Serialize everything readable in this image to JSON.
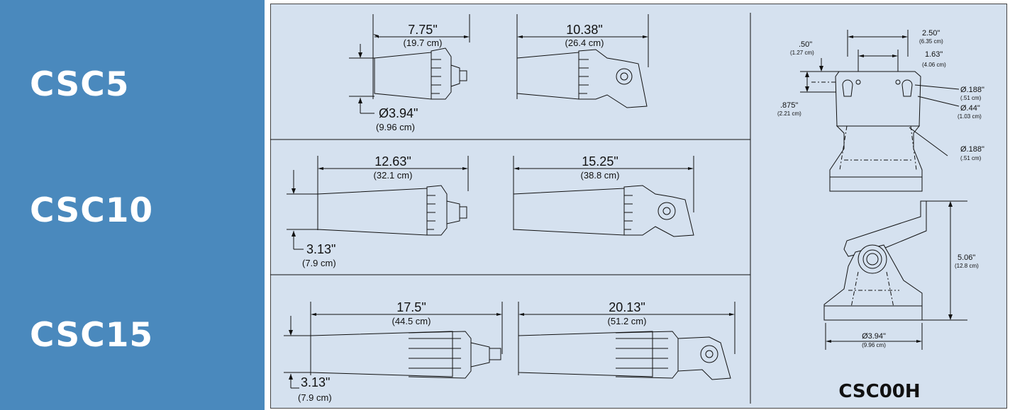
{
  "models": [
    "CSC5",
    "CSC10",
    "CSC15"
  ],
  "csc5": {
    "length_short": "7.75\"",
    "length_short_cm": "(19.7 cm)",
    "length_long": "10.38\"",
    "length_long_cm": "(26.4 cm)",
    "diameter": "Ø3.94\"",
    "diameter_cm": "(9.96 cm)"
  },
  "csc10": {
    "length_short": "12.63\"",
    "length_short_cm": "(32.1 cm)",
    "length_long": "15.25\"",
    "length_long_cm": "(38.8 cm)",
    "diameter": "3.13\"",
    "diameter_cm": "(7.9 cm)"
  },
  "csc15": {
    "length_short": "17.5\"",
    "length_short_cm": "(44.5 cm)",
    "length_long": "20.13\"",
    "length_long_cm": "(51.2 cm)",
    "diameter": "3.13\"",
    "diameter_cm": "(7.9 cm)"
  },
  "csc00h": {
    "title": "CSC00H",
    "d250": "2.50\"",
    "d250_cm": "(6.35 cm)",
    "d50": ".50\"",
    "d50_cm": "(1.27 cm)",
    "d163": "1.63\"",
    "d163_cm": "(4.06 cm)",
    "d875": ".875\"",
    "d875_cm": "(2.21 cm)",
    "hole1": "Ø.188\"",
    "hole1_cm": "(.51 cm)",
    "hole2": "Ø.44\"",
    "hole2_cm": "(1.03 cm)",
    "hole3": "Ø.188\"",
    "hole3_cm": "(.51 cm)",
    "height": "5.06\"",
    "height_cm": "(12.8 cm)",
    "base": "Ø3.94\"",
    "base_cm": "(9.96 cm)"
  }
}
